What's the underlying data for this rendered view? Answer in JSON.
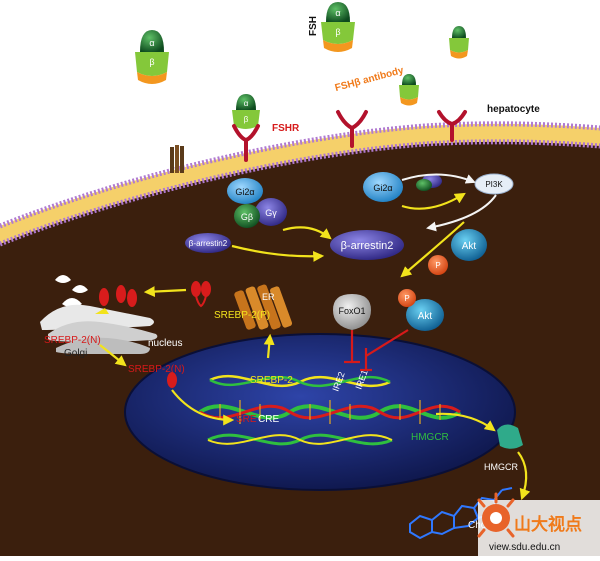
{
  "labels": {
    "fsh": "FSH",
    "fsh_beta_antibody": "FSHβ antibody",
    "fshr": "FSHR",
    "hepatocyte": "hepatocyte",
    "alpha": "α",
    "beta": "β",
    "gi2a_membrane": "Gi2α",
    "gbeta": "Gβ",
    "ggamma": "Gγ",
    "gi2a_active": "Gi2α",
    "pi3k": "PI3K",
    "barrestin_inactive": "β-arrestin2",
    "barrestin_active": "β-arrestin2",
    "akt_top": "Akt",
    "akt_bottom": "Akt",
    "p_free": "P",
    "p_akt": "P",
    "foxo1": "FoxO1",
    "er": "ER",
    "srebp2_p": "SREBP-2(P)",
    "srebp2n_golgi": "SREBP-2(N)",
    "golgi": "Golgi",
    "nucleus": "nucleus",
    "srebp2n_nucleus": "SREBP-2(N)",
    "srebp2_gene": "SREBP-2",
    "ire2": "IRE2",
    "ire1": "IRE1",
    "sre": "SRE",
    "cre": "CRE",
    "hmgcr_gene": "HMGCR",
    "hmgcr_protein": "HMGCR",
    "cholesterol": "Cho"
  },
  "watermark": {
    "brand": "山大视点",
    "url": "view.sdu.edu.cn"
  },
  "colors": {
    "cell_interior": "#3b1f0d",
    "membrane_head": "#b07ad0",
    "nucleus": "#1c2a73",
    "arrow_yellow": "#f2e31c",
    "inhibition_red": "#d61a1a",
    "fshr_red": "#b3122c",
    "label_orange": "#f07a1a"
  }
}
